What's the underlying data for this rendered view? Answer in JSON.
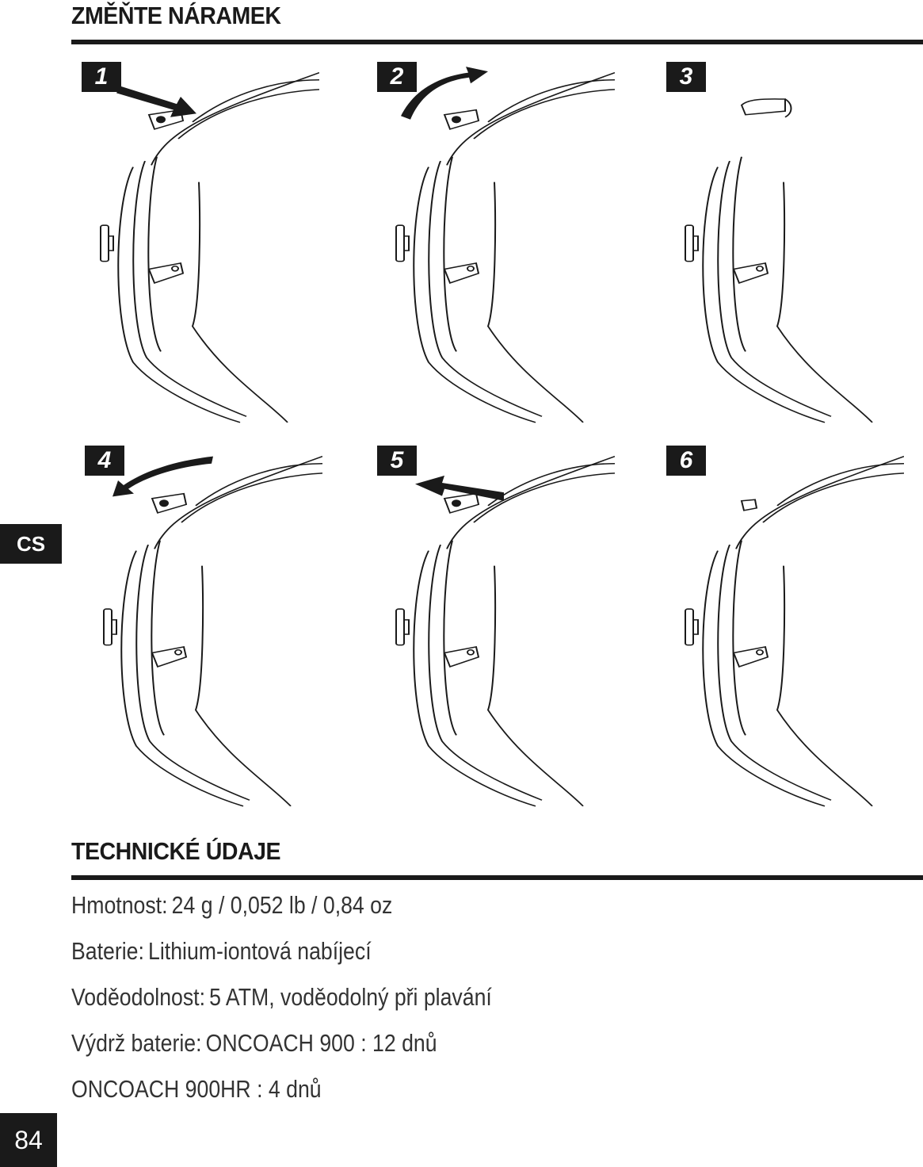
{
  "headings": {
    "change_strap": "ZMĚŇTE NÁRAMEK",
    "tech_specs": "TECHNICKÉ ÚDAJE"
  },
  "steps": [
    {
      "number": "1",
      "arrow": "push-right"
    },
    {
      "number": "2",
      "arrow": "curve-up-right"
    },
    {
      "number": "3",
      "arrow": "none"
    },
    {
      "number": "4",
      "arrow": "curve-down-left"
    },
    {
      "number": "5",
      "arrow": "push-left"
    },
    {
      "number": "6",
      "arrow": "none"
    }
  ],
  "specs": [
    {
      "label": "Hmotnost:",
      "value": "24 g / 0,052 lb / 0,84 oz"
    },
    {
      "label": "Baterie:",
      "value": "Lithium-iontová nabíjecí"
    },
    {
      "label": "Voděodolnost:",
      "value": "5 ATM, voděodolný při plavání"
    },
    {
      "label": "Výdrž baterie:",
      "value": "ONCOACH 900 : 12 dnů"
    },
    {
      "label": "",
      "value": "ONCOACH 900HR : 4 dnů"
    }
  ],
  "sidebar": {
    "language": "CS"
  },
  "footer": {
    "page_number": "84"
  },
  "colors": {
    "ink": "#1a1a1a",
    "text": "#333333",
    "background": "#ffffff"
  }
}
